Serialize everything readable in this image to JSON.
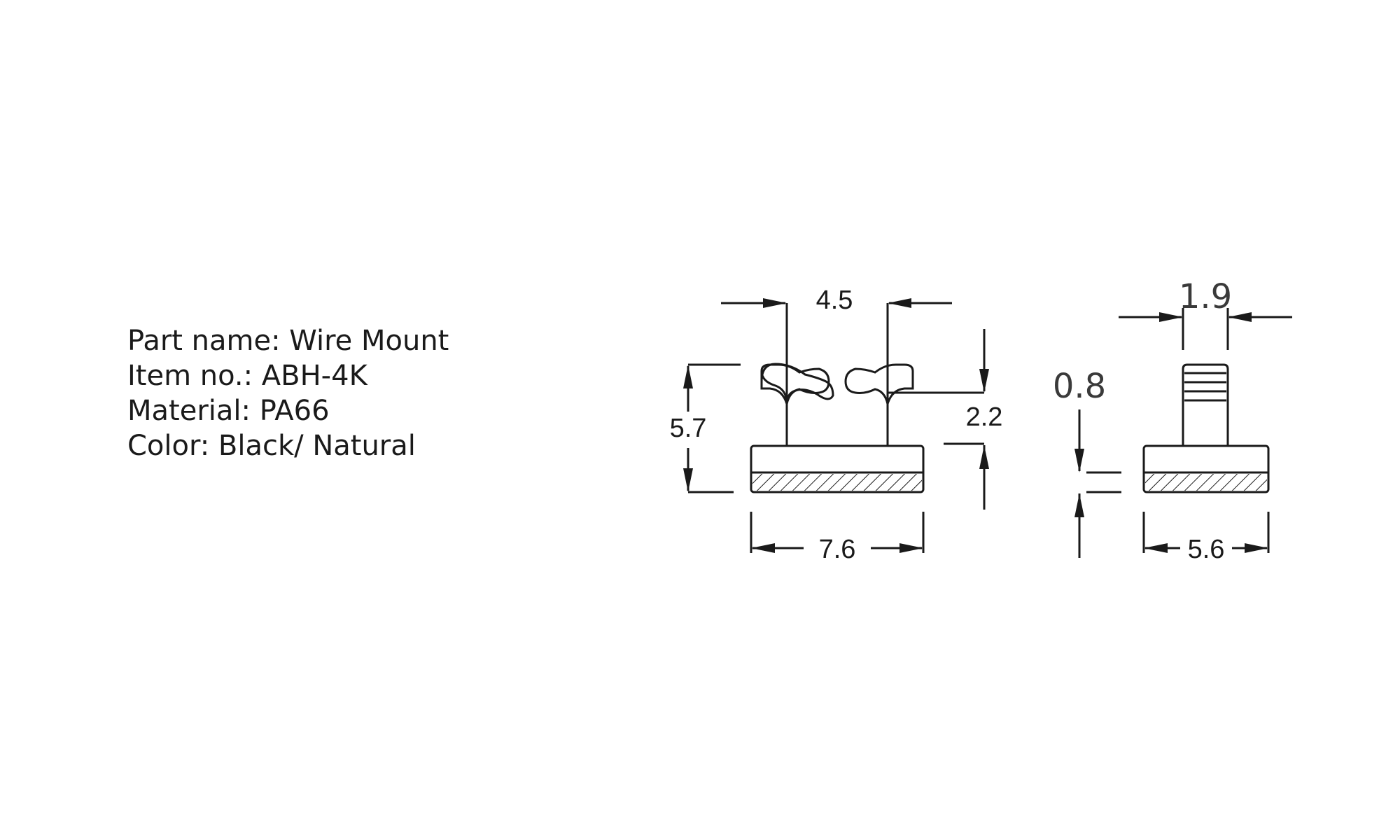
{
  "spec": {
    "part_name": "Part name: Wire Mount",
    "item_no": "Item no.: ABH-4K",
    "material": "Material: PA66",
    "color": "Color: Black/ Natural"
  },
  "front_view": {
    "dim_top_width": "4.5",
    "dim_total_height": "5.7",
    "dim_clip_height": "2.2",
    "dim_base_width": "7.6"
  },
  "side_view": {
    "dim_top_width": "1.9",
    "dim_base_thickness": "0.8",
    "dim_base_width": "5.6"
  }
}
